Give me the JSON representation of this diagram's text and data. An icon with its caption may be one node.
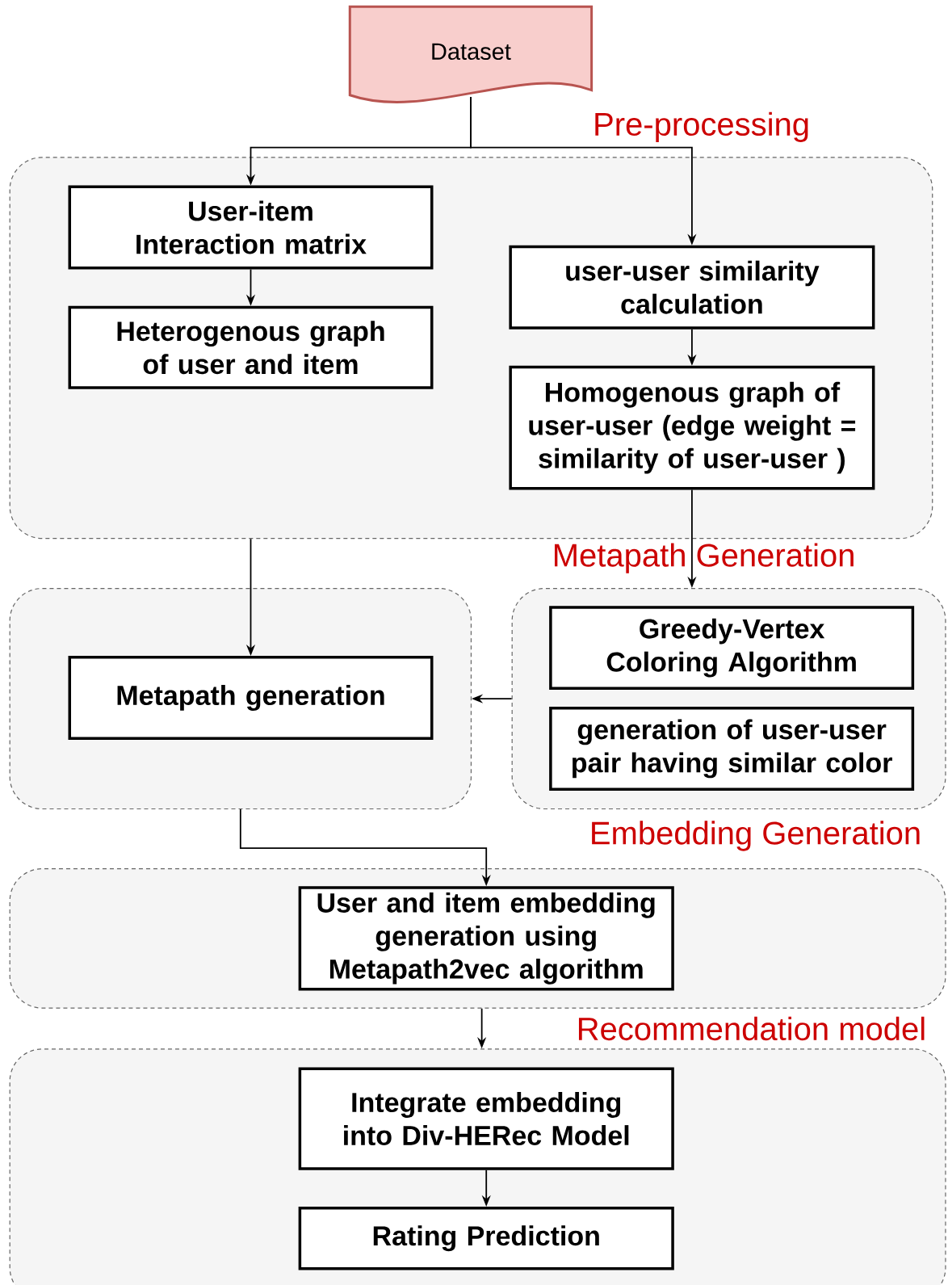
{
  "diagram": {
    "nodes": [
      {
        "text": [
          "Dataset"
        ]
      },
      {
        "text": [
          "Pre-processing"
        ]
      },
      {
        "text": [
          "User-item Interaction matrix"
        ],
        "in": 1
      },
      {
        "text": [
          "Heterogenous graph of user and item"
        ],
        "in": 1
      },
      {
        "text": [
          "user-user similarity calculation"
        ],
        "in": 1
      },
      {
        "text": [
          "Homogenous graph of user-user (edge weight = similarity of user-user )"
        ],
        "in": 1
      },
      {
        "text": [],
        "shape": "box"
      },
      {
        "text": [
          "Metapath generation"
        ],
        "in": 6
      },
      {
        "text": [
          "Metapath Generation"
        ]
      },
      {
        "text": [
          "Greedy-Vertex Coloring Algorithm"
        ],
        "in": 8
      },
      {
        "text": [
          "generation of user-user pair having similar color"
        ],
        "in": 8
      },
      {
        "text": [
          "Embedding Generation"
        ]
      },
      {
        "text": [
          "User and item embedding generation using Metapath2vec algorithm"
        ],
        "in": 11
      },
      {
        "text": [
          "Recommendation model"
        ]
      },
      {
        "text": [
          "Integrate embedding into Div-HERec Model"
        ],
        "in": 13
      },
      {
        "text": [
          "Rating Prediction"
        ],
        "in": 13
      }
    ],
    "edges": [
      {
        "from": 0,
        "to": 2,
        "arrow": "to"
      },
      {
        "from": 0,
        "to": 4,
        "arrow": "to"
      },
      {
        "from": 2,
        "to": 3,
        "arrow": "to"
      },
      {
        "from": 4,
        "to": 5,
        "arrow": "to"
      },
      {
        "from": 5,
        "to": 8,
        "arrow": "to"
      },
      {
        "from": 1,
        "to": 7,
        "arrow": "to"
      },
      {
        "from": 8,
        "to": 6,
        "arrow": "to"
      },
      {
        "from": 6,
        "to": 12,
        "arrow": "to"
      },
      {
        "from": 11,
        "to": 13,
        "arrow": "to"
      },
      {
        "from": 14,
        "to": 15,
        "arrow": "to"
      }
    ]
  }
}
